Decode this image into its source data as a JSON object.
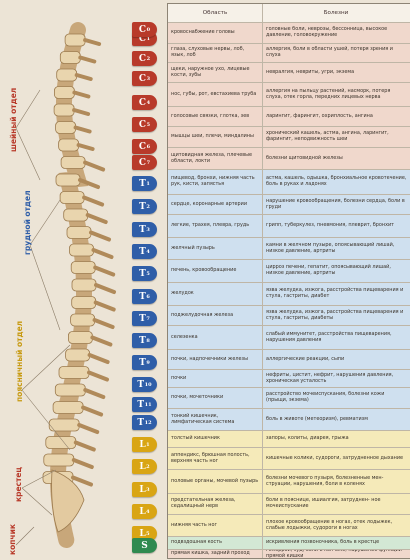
{
  "colors": {
    "cervical": "#b83a2a",
    "thoracic": "#2f5ea8",
    "lumbar": "#d9a514",
    "sacrum": "#2f8a50",
    "coccyx": "#b83a2a",
    "row_cervical": "#f0d8cc",
    "row_thoracic": "#cfe0ef",
    "row_lumbar": "#f5eab9",
    "row_sacrum": "#d3e8d4",
    "row_coccyx": "#f0d8cc"
  },
  "sections": {
    "cervical": "шейный отдел",
    "thoracic": "грудной отдел",
    "lumbar": "поясничный отдел",
    "sacrum": "крестец",
    "coccyx": "копчик"
  },
  "table": {
    "header_area": "Область",
    "header_diseases": "Болезни"
  },
  "rows": [
    {
      "letter": "C",
      "num": "1",
      "group": "cervical",
      "area": "кровоснабжение головы",
      "diseases": "головные боли, неврозы, бессонница, высокое давление, головокружение"
    },
    {
      "letter": "C",
      "num": "2",
      "group": "cervical",
      "area": "глаза, слуховые нервы, лоб, язык, лоб",
      "diseases": "аллергия, боли в области ушей, потеря зрения и слуха"
    },
    {
      "letter": "C",
      "num": "3",
      "group": "cervical",
      "area": "щеки, наружное ухо, лицевые кости, зубы",
      "diseases": "невралгия, невриты, угри, экзема"
    },
    {
      "letter": "C",
      "num": "4",
      "group": "cervical",
      "area": "нос, губы, рот, евстахиева труба",
      "diseases": "аллергия на пыльцу растений, насморк, потеря слуха, отек горла, передних лицевых нерва"
    },
    {
      "letter": "C",
      "num": "5",
      "group": "cervical",
      "area": "голосовые связки, глотка, зев",
      "diseases": "ларингит, фарингит, охриплость, ангина"
    },
    {
      "letter": "C",
      "num": "6",
      "group": "cervical",
      "area": "мышцы шеи, плечи, миндалины",
      "diseases": "хронический кашель, астма, ангина, ларингит, фарингит, неподвижность шеи"
    },
    {
      "letter": "C",
      "num": "7",
      "group": "cervical",
      "area": "щитовидная железа, плечевые области, локти",
      "diseases": "болезни щитовидной железы"
    },
    {
      "letter": "T",
      "num": "1",
      "group": "thoracic",
      "area": "пищевод, бронхи, нижняя часть рук, кисти, запястья",
      "diseases": "астма, кашель, одышка, бронхиальное кровотечение, боль в руках и ладонях"
    },
    {
      "letter": "T",
      "num": "2",
      "group": "thoracic",
      "area": "сердце, коронарные артерии",
      "diseases": "нарушение кровообращения, болезни сердца, боли в груди"
    },
    {
      "letter": "T",
      "num": "3",
      "group": "thoracic",
      "area": "легкие, трахея, плевра, грудь",
      "diseases": "грипп, туберкулез, пневмония, плеврит, бронхит"
    },
    {
      "letter": "T",
      "num": "4",
      "group": "thoracic",
      "area": "желчный пузырь",
      "diseases": "камни в желчном пузыре, опоясывающий лишай, низкое давление, артриты"
    },
    {
      "letter": "T",
      "num": "5",
      "group": "thoracic",
      "area": "печень, кровообращение",
      "diseases": "цирроз печени, гепатит, опоясывающий лишай, низкое давление, артриты"
    },
    {
      "letter": "T",
      "num": "6",
      "group": "thoracic",
      "area": "желудок",
      "diseases": "язва желудка, изжога, расстройства пищеварения и стула, гастриты, диабет"
    },
    {
      "letter": "T",
      "num": "7",
      "group": "thoracic",
      "area": "поджелудочная железа",
      "diseases": "язва желудка, изжога, расстройства пищеварения и стула, гастриты, диабеты"
    },
    {
      "letter": "T",
      "num": "8",
      "group": "thoracic",
      "area": "селезенка",
      "diseases": "слабый иммунитет, расстройства пищеварения, нарушения давления"
    },
    {
      "letter": "T",
      "num": "9",
      "group": "thoracic",
      "area": "почки, надпочечники железы",
      "diseases": "аллергические реакции, сыпи"
    },
    {
      "letter": "T",
      "num": "10",
      "group": "thoracic",
      "area": "почки",
      "diseases": "нефриты, цистит, нефрит, нарушения давления, хроническая усталость"
    },
    {
      "letter": "T",
      "num": "11",
      "group": "thoracic",
      "area": "почки, мочеточники",
      "diseases": "расстройство мочеиспускания, болезни кожи (прыщи, экзема)"
    },
    {
      "letter": "T",
      "num": "12",
      "group": "thoracic",
      "area": "тонкий кишечник, лимфатическая система",
      "diseases": "боль в животе (метеоризм), ревматизм"
    },
    {
      "letter": "L",
      "num": "1",
      "group": "lumbar",
      "area": "толстый кишечник",
      "diseases": "запоры, колиты, диарея, грыжа"
    },
    {
      "letter": "L",
      "num": "2",
      "group": "lumbar",
      "area": "аппендикс, брюшная полость, верхняя часть ног",
      "diseases": "кишечные колики, судороги, затрудненное дыхание"
    },
    {
      "letter": "L",
      "num": "3",
      "group": "lumbar",
      "area": "половые органы, мочевой пузырь",
      "diseases": "болезни мочевого пузыря, болезненные мен- струации, нарушения, боли в коленях"
    },
    {
      "letter": "L",
      "num": "4",
      "group": "lumbar",
      "area": "предстательная железа, седалищный нерв",
      "diseases": "боли в пояснице, ишиалгия, затруднен- ное мочеиспускание"
    },
    {
      "letter": "L",
      "num": "5",
      "group": "lumbar",
      "area": "нижняя часть ног",
      "diseases": "плохое кровообращение в ногах, отек лодыжек, слабые лодыжки, судороги в ногах"
    },
    {
      "letter": "S",
      "num": "",
      "group": "sacrum",
      "area": "подвздошная кость",
      "diseases": "искривления позвоночника, боль в крестце"
    },
    {
      "letter": "C",
      "num": "0",
      "group": "coccyx",
      "area": "прямая кишка, задний проход",
      "diseases": "геморрой, зуд, боли в копчике, нарушение функций прямой кишки"
    }
  ]
}
